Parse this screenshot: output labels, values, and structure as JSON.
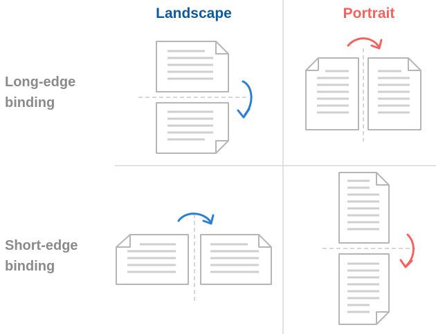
{
  "columns": {
    "landscape": "Landscape",
    "portrait": "Portrait"
  },
  "rows": {
    "long_edge": [
      "Long-edge",
      "binding"
    ],
    "short_edge": [
      "Short-edge",
      "binding"
    ]
  },
  "colors": {
    "landscape": "#0e5a9e",
    "portrait": "#f26360",
    "row_label": "#8a8a8a",
    "arrow_blue": "#2a7fd4",
    "arrow_red": "#f26360",
    "page_stroke": "#b5b5b5",
    "text_lines": "#cfcfcf",
    "grid": "#d8d8d8"
  },
  "icons": {
    "page": "document-page-icon",
    "fold": "fold-line-icon",
    "flip": "flip-arrow-icon"
  }
}
